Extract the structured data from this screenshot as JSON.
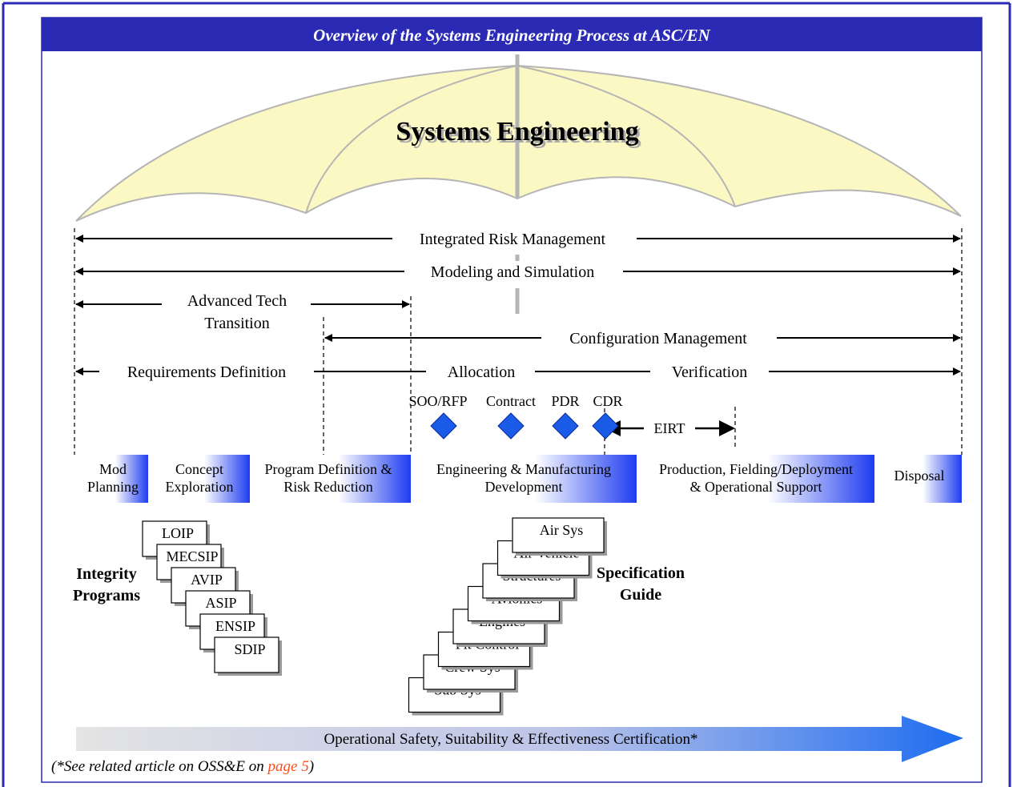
{
  "title": "Overview of the Systems Engineering Process at ASC/EN",
  "umbrella_label": "Systems Engineering",
  "spans": {
    "risk": "Integrated Risk Management",
    "modeling": "Modeling and Simulation",
    "advanced_tech_line1": "Advanced Tech",
    "advanced_tech_line2": "Transition",
    "configuration": "Configuration Management",
    "requirements": "Requirements Definition",
    "allocation": "Allocation",
    "verification": "Verification",
    "eirt": "EIRT"
  },
  "milestones": [
    "SOO/RFP",
    "Contract",
    "PDR",
    "CDR"
  ],
  "phases": [
    {
      "line1": "Mod",
      "line2": "Planning"
    },
    {
      "line1": "Concept",
      "line2": "Exploration"
    },
    {
      "line1": "Program Definition &",
      "line2": "Risk Reduction"
    },
    {
      "line1": "Engineering & Manufacturing",
      "line2": "Development"
    },
    {
      "line1": "Production, Fielding/Deployment",
      "line2": "& Operational Support"
    },
    {
      "line1": "Disposal",
      "line2": ""
    }
  ],
  "integrity": {
    "label_line1": "Integrity",
    "label_line2": "Programs",
    "items": [
      "LOIP",
      "MECSIP",
      "AVIP",
      "ASIP",
      "ENSIP",
      "SDIP"
    ]
  },
  "spec_guide": {
    "label_line1": "Specification",
    "label_line2": "Guide",
    "items": [
      "Air Sys",
      "Air Vehicle",
      "Structures",
      "Avionics",
      "Engines",
      "Flt Control",
      "Crew Sys",
      "Sub Sys"
    ]
  },
  "certification": "Operational Safety, Suitability & Effectiveness Certification*",
  "footnote": {
    "prefix": "(*See related article on OSS&E on ",
    "link": "page 5",
    "suffix": ")"
  },
  "colors": {
    "title_bar": "#2a2ab4",
    "umbrella_fill": "#fbf8c4",
    "phase_blue": "#1e3cf0",
    "milestone": "#1a5ce8",
    "link": "#ff4a1a"
  }
}
